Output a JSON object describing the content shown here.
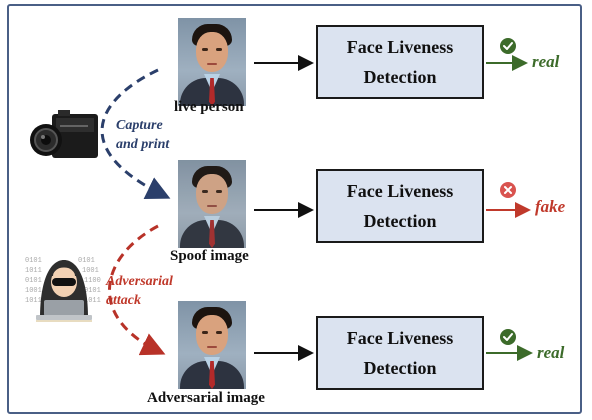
{
  "diagram": {
    "rows": [
      {
        "caption": "live person",
        "box_line1": "Face Liveness",
        "box_line2": "Detection",
        "result": "real",
        "result_color": "#3c6b2a",
        "status_icon": "check-circle-icon"
      },
      {
        "caption": "Spoof image",
        "box_line1": "Face Liveness",
        "box_line2": "Detection",
        "result": "fake",
        "result_color": "#c0392b",
        "status_icon": "x-circle-icon"
      },
      {
        "caption": "Adversarial image",
        "box_line1": "Face Liveness",
        "box_line2": "Detection",
        "result": "real",
        "result_color": "#3c6b2a",
        "status_icon": "check-circle-icon"
      }
    ],
    "capture_label": {
      "line1": "Capture",
      "line2": "and print",
      "color": "#2b3f6b"
    },
    "attack_label": {
      "line1": "Adversarial",
      "line2": "attack",
      "color": "#c0392b"
    },
    "icons": [
      "camera-icon",
      "hacker-icon"
    ]
  }
}
